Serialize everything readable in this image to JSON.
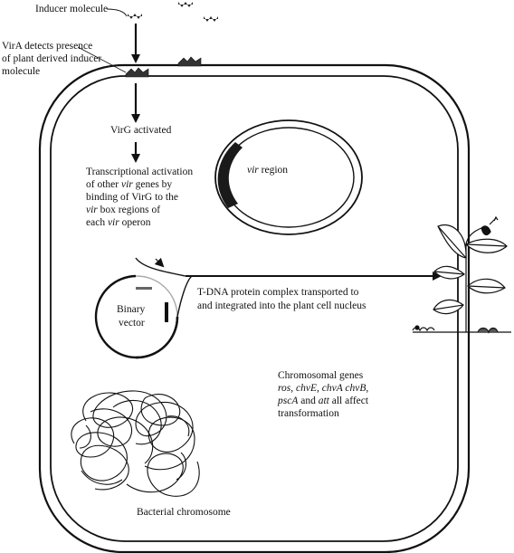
{
  "labels": {
    "inducer": "Inducer molecule",
    "vira_line1": "VirA detects presence",
    "vira_line2": "of plant derived inducer",
    "vira_line3": "molecule",
    "virg": "VirG activated",
    "trans_line1": "Transcriptional activation",
    "trans_line2_a": "of other ",
    "trans_line2_b": "vir",
    "trans_line2_c": " genes by",
    "trans_line3": "binding of VirG to the",
    "trans_line4_a": "vir",
    "trans_line4_b": " box regions of",
    "trans_line5_a": "each ",
    "trans_line5_b": "vir",
    "trans_line5_c": " operon",
    "vir_region_a": "vir",
    "vir_region_b": " region",
    "binary_line1": "Binary",
    "binary_line2": "vector",
    "tdna_line1": "T-DNA protein complex  transported to",
    "tdna_line2": "and  integrated into the plant cell nucleus",
    "chrom_line1": "Chromosomal genes",
    "chrom_line2_a": "ros",
    "chrom_line2_b": ", ",
    "chrom_line2_c": "chvE",
    "chrom_line2_d": ", ",
    "chrom_line2_e": "chvA chvB",
    "chrom_line2_f": ",",
    "chrom_line3_a": "pscA",
    "chrom_line3_b": " and ",
    "chrom_line3_c": "att",
    "chrom_line3_d": " all affect",
    "chrom_line4": "transformation",
    "bacterial_chromosome": "Bacterial chromosome"
  },
  "colors": {
    "ink": "#111111",
    "dark_region": "#1a1a1a",
    "vector_gray": "#888888"
  }
}
